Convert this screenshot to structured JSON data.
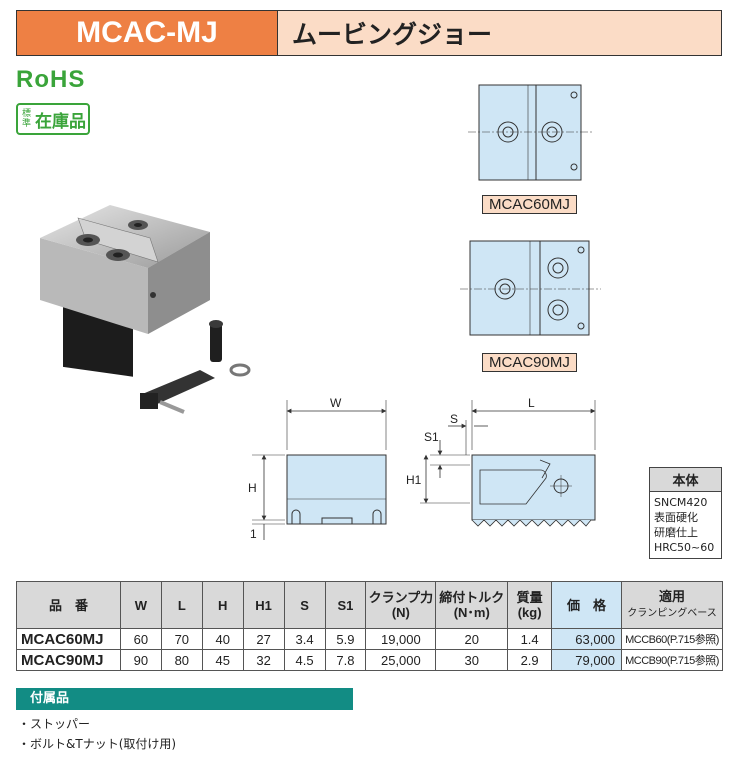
{
  "header": {
    "code": "MCAC-MJ",
    "name": "ムービングジョー"
  },
  "badges": {
    "rohs": "RoHS",
    "stock_small": "標準",
    "stock_big": "在庫品"
  },
  "models": {
    "small": "MCAC60MJ",
    "large": "MCAC90MJ"
  },
  "dims": {
    "w": "W",
    "l": "L",
    "h": "H",
    "h1": "H1",
    "s": "S",
    "s1": "S1",
    "one": "1"
  },
  "material": {
    "title": "本体",
    "lines": [
      "SNCM420",
      "表面硬化",
      "研磨仕上",
      "HRC50~60"
    ]
  },
  "table": {
    "headers": {
      "part": "品　番",
      "w": "W",
      "l": "L",
      "h": "H",
      "h1": "H1",
      "s": "S",
      "s1": "S1",
      "clamp1": "クランプ力",
      "clamp2": "(N)",
      "torque1": "締付トルク",
      "torque2": "(N･m)",
      "mass1": "質量",
      "mass2": "(kg)",
      "price": "価　格",
      "base1": "適用",
      "base2": "クランピングベース"
    },
    "rows": [
      {
        "part": "MCAC60MJ",
        "w": "60",
        "l": "70",
        "h": "40",
        "h1": "27",
        "s": "3.4",
        "s1": "5.9",
        "clamp": "19,000",
        "torque": "20",
        "mass": "1.4",
        "price": "63,000",
        "base": "MCCB60(P.715参照)"
      },
      {
        "part": "MCAC90MJ",
        "w": "90",
        "l": "80",
        "h": "45",
        "h1": "32",
        "s": "4.5",
        "s1": "7.8",
        "clamp": "25,000",
        "torque": "30",
        "mass": "2.9",
        "price": "79,000",
        "base": "MCCB90(P.715参照)"
      }
    ]
  },
  "accessories": {
    "title": "付属品",
    "items": [
      "・ストッパー",
      "・ボルト&Tナット(取付け用)"
    ]
  },
  "colors": {
    "orange": "#ee8044",
    "peach": "#fbdcc6",
    "green": "#3aa43a",
    "teal": "#128c84",
    "blue": "#cfe6f5"
  }
}
